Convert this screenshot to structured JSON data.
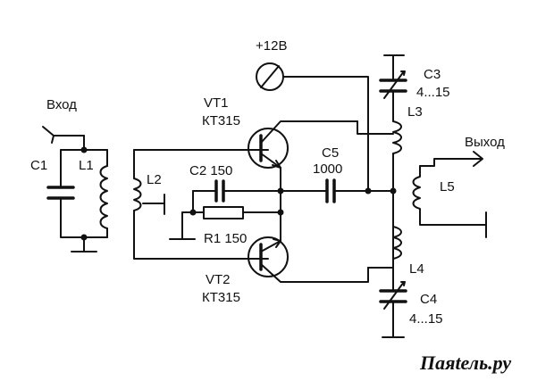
{
  "diagram": {
    "input_label": "Вход",
    "output_label": "Выход",
    "supply_label": "+12В",
    "components": {
      "c1": "C1",
      "l1": "L1",
      "l2": "L2",
      "c2": "C2 150",
      "r1": "R1 150",
      "vt1_name": "VT1",
      "vt1_type": "КТ315",
      "vt2_name": "VT2",
      "vt2_type": "КТ315",
      "c5_name": "C5",
      "c5_value": "1000",
      "c3_name": "C3",
      "c3_value": "4...15",
      "l3": "L3",
      "l4": "L4",
      "c4_name": "C4",
      "c4_value": "4...15",
      "l5": "L5"
    }
  },
  "watermark": "Паяtель.ру"
}
